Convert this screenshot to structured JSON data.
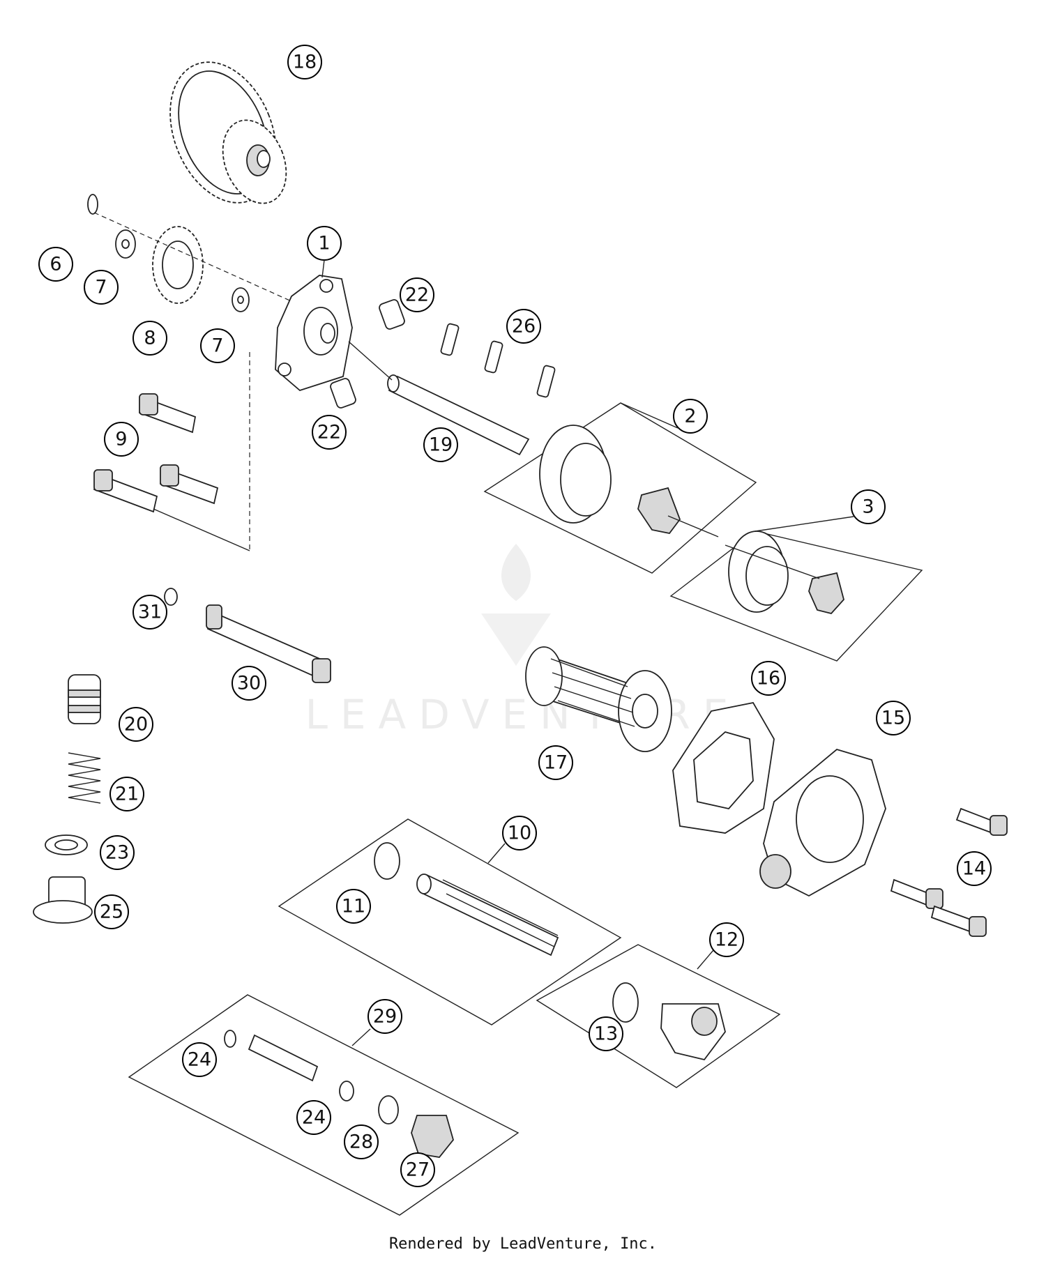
{
  "diagram": {
    "callouts": [
      "18",
      "1",
      "6",
      "7",
      "8",
      "7",
      "22",
      "26",
      "22",
      "9",
      "19",
      "2",
      "3",
      "31",
      "30",
      "20",
      "21",
      "23",
      "25",
      "16",
      "15",
      "17",
      "10",
      "11",
      "14",
      "12",
      "13",
      "29",
      "24",
      "24",
      "28",
      "27"
    ]
  },
  "watermark": {
    "text": "LEADVENTURE"
  },
  "footer": {
    "text": "Rendered by LeadVenture, Inc."
  }
}
